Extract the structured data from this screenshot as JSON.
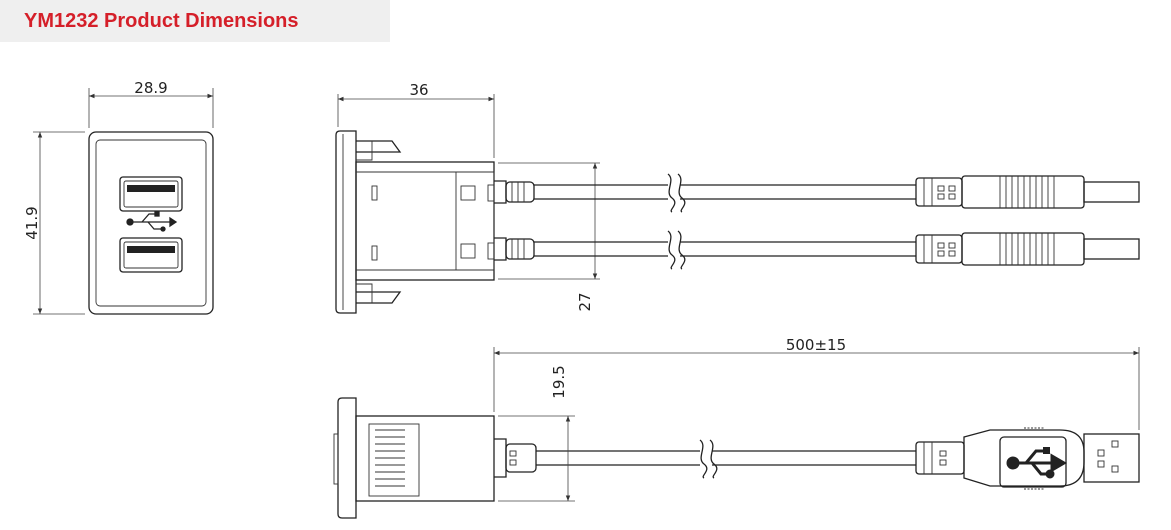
{
  "title": "YM1232 Product Dimensions",
  "colors": {
    "title": "#d51f29",
    "title_bg": "#efefef",
    "line": "#222222"
  },
  "dimensions": {
    "front_width": "28.9",
    "front_height": "41.9",
    "side_depth": "36",
    "side_height": "27",
    "cable_length": "500±15",
    "top_height": "19.5"
  },
  "icons": [
    "usb-icon"
  ]
}
